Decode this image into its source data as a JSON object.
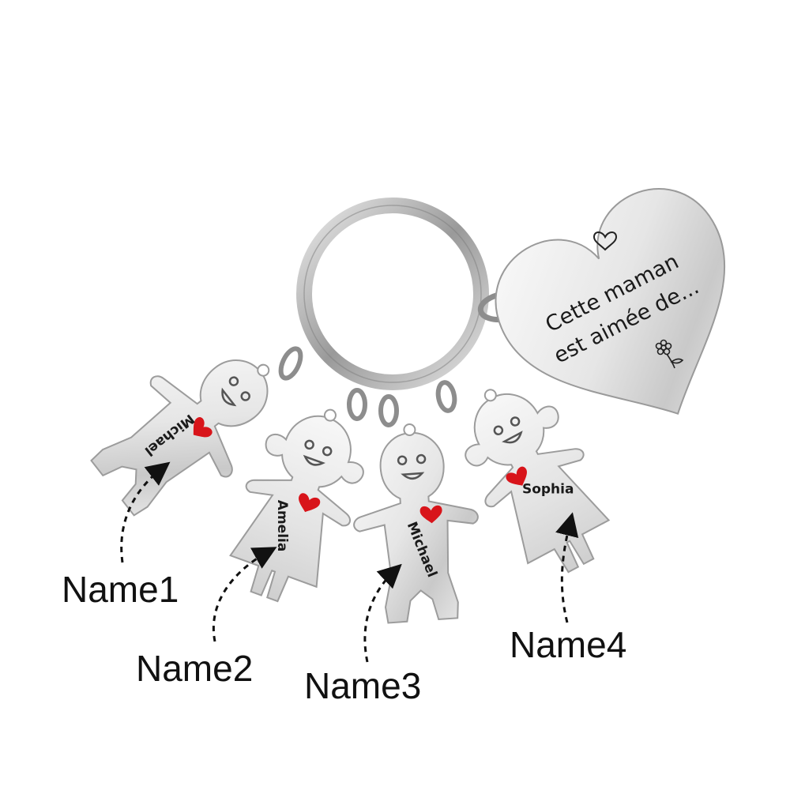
{
  "heart_tag": {
    "line1": "Cette maman",
    "line2": "est aimée de..."
  },
  "charms": [
    {
      "engraved_name": "Michael",
      "figure": "boy"
    },
    {
      "engraved_name": "Amelia",
      "figure": "girl"
    },
    {
      "engraved_name": "Michael",
      "figure": "boy"
    },
    {
      "engraved_name": "Sophia",
      "figure": "girl"
    }
  ],
  "callouts": [
    "Name1",
    "Name2",
    "Name3",
    "Name4"
  ],
  "colors": {
    "background": "#ffffff",
    "steel_light": "#f4f4f4",
    "steel_dark": "#8a8a8a",
    "heart_enamel": "#d8141a",
    "engraving": "#1a1a1a"
  },
  "icons": [
    "small-heart-icon",
    "flower-icon"
  ]
}
